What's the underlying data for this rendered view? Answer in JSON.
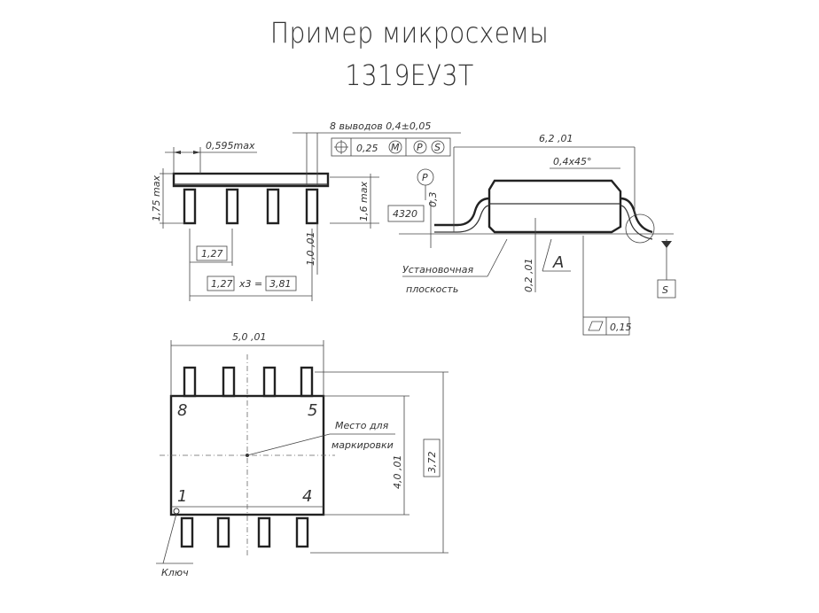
{
  "title": {
    "line1": "Пример микросхемы",
    "line2": "1319ЕУ3Т"
  },
  "side_view": {
    "dim_width_max": "0,595max",
    "dim_height_max": "1,75 max",
    "dim_pitch": "1,27",
    "dim_pitch_total_a": "1,27",
    "dim_pitch_total_x": "x3 =",
    "dim_pitch_total_b": "3,81",
    "dim_pins": "8 выводов 0,4±0,05",
    "tol_position": "0,25",
    "tol_m": "M",
    "tol_p": "P",
    "tol_s": "S",
    "dim_16max": "1,6 max",
    "dim_10": "1,0 ,01"
  },
  "end_view": {
    "dim_62": "6,2 ,01",
    "dim_chamfer": "0,4x45°",
    "code_box": "4320",
    "dim_03": "0,3",
    "datum_p": "P",
    "label_seating": "Установочная плоскость",
    "dim_02": "0,2 ,01",
    "datum_a": "A",
    "datum_s": "S",
    "flatness": "0,15"
  },
  "top_view": {
    "dim_50": "5,0 ,01",
    "pin_8": "8",
    "pin_5": "5",
    "pin_1": "1",
    "pin_4": "4",
    "label_marking": "Место для маркировки",
    "dim_40": "4,0 ,01",
    "dim_372": "3,72",
    "label_key": "Ключ"
  }
}
